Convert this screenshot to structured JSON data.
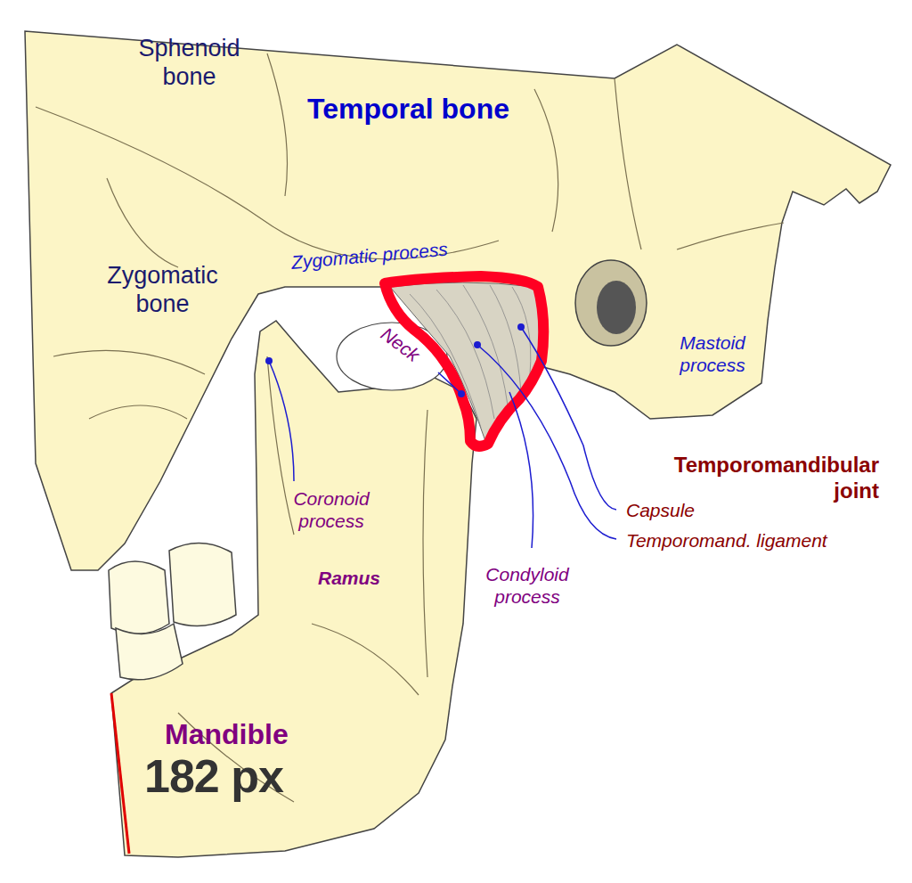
{
  "diagram": {
    "labels": [
      "Sphenoid bone",
      "Temporal bone",
      "Zygomatic bone",
      "Zygomatic process",
      "Neck",
      "Mastoid process",
      "Coronoid process",
      "Ramus",
      "Temporomandibular joint",
      "Capsule",
      "Temporomand. ligament",
      "Condyloid process",
      "Mandible",
      "182 px"
    ]
  }
}
